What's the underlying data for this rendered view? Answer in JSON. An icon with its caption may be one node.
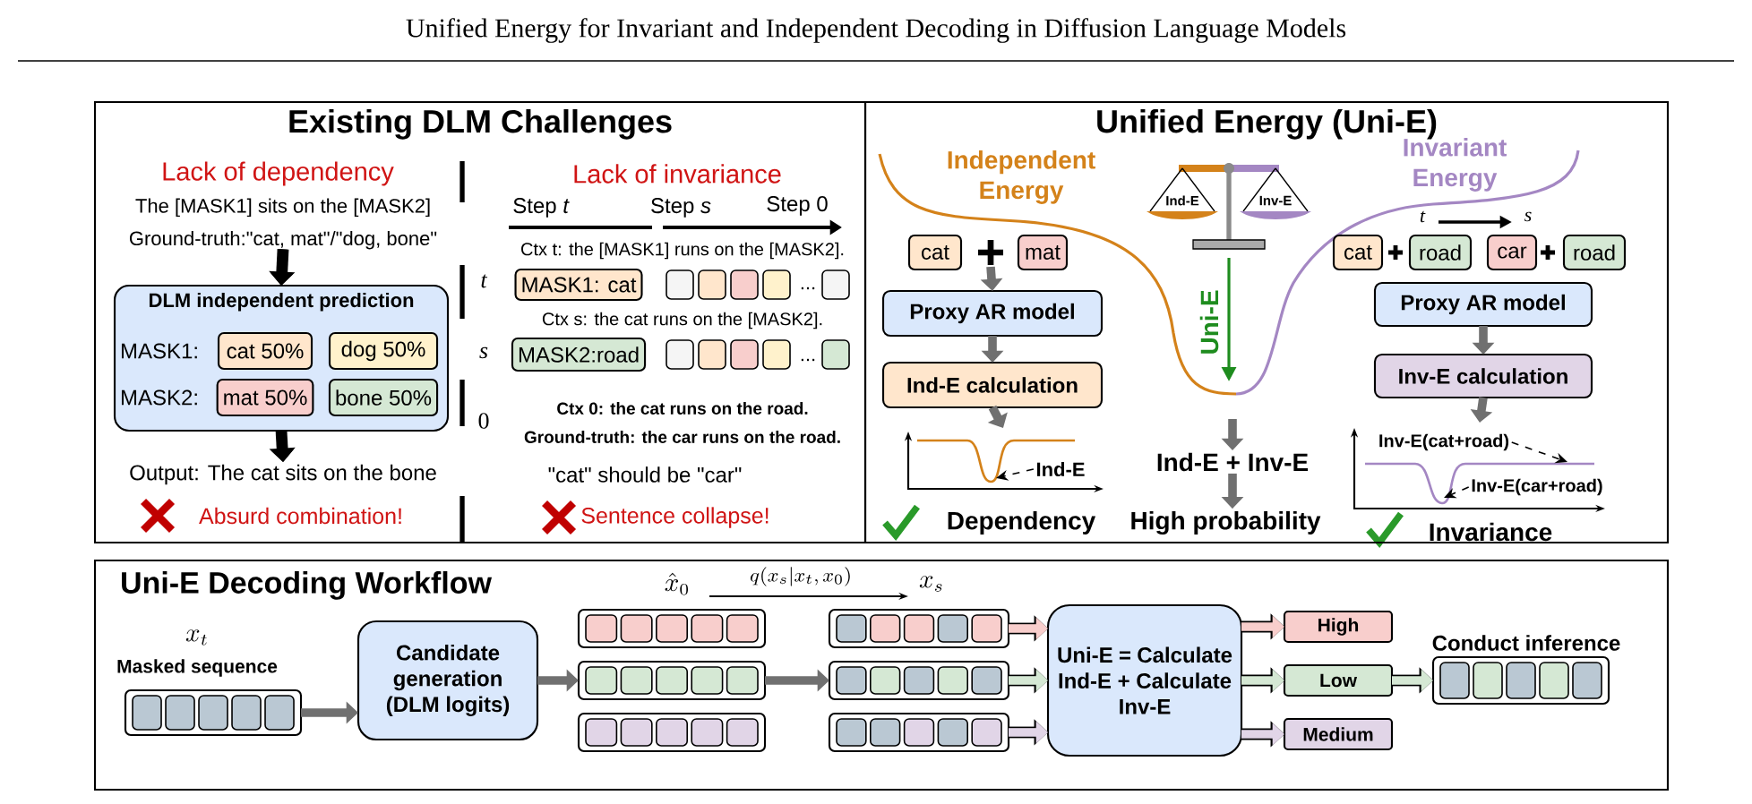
{
  "diagram": {
    "title": "Unified Energy for Invariant and Independent Decoding in Diffusion Language Models",
    "nodes": [
      {
        "text": [
          "Existing DLM Challenges"
        ]
      },
      {
        "text": [
          "Unified Energy (Uni-E)"
        ]
      },
      {
        "text": [
          "Uni-E Decoding Workflow"
        ]
      },
      {
        "text": [
          "The [MASK1] sits on the [MASK2]",
          "Ground-truth:\"cat, mat\"/\"dog, bone\""
        ],
        "in": 0
      },
      {
        "text": [
          "DLM independent prediction"
        ],
        "in": 0
      },
      {
        "text": [
          "cat 50%"
        ],
        "in": 4
      },
      {
        "text": [
          "dog 50%"
        ],
        "in": 4
      },
      {
        "text": [
          "mat 50%"
        ],
        "in": 4
      },
      {
        "text": [
          "bone 50%"
        ],
        "in": 4
      },
      {
        "text": [
          "Output: The cat sits on the bone"
        ],
        "in": 0
      },
      {
        "text": [
          "MASK1: cat"
        ],
        "in": 0
      },
      {
        "text": [
          "MASK2:road"
        ],
        "in": 0
      },
      {
        "text": [
          "cat"
        ],
        "in": 1
      },
      {
        "text": [],
        "shape": "plus",
        "in": 1
      },
      {
        "text": [
          "mat"
        ],
        "in": 1
      },
      {
        "text": [
          "Proxy AR model"
        ],
        "in": 1
      },
      {
        "text": [
          "Ind-E calculation"
        ],
        "in": 1
      },
      {
        "text": [],
        "shape": "chart",
        "in": 1
      },
      {
        "text": [
          "Ind-E"
        ],
        "in": 17
      },
      {
        "text": [
          "Ind-E + Inv-E"
        ],
        "in": 1
      },
      {
        "text": [
          "High probability"
        ],
        "in": 1
      },
      {
        "text": [
          "cat"
        ],
        "in": 1
      },
      {
        "text": [
          "road"
        ],
        "in": 1
      },
      {
        "text": [
          "car"
        ],
        "in": 1
      },
      {
        "text": [
          "road"
        ],
        "in": 1
      },
      {
        "text": [
          "Proxy AR model"
        ],
        "in": 1
      },
      {
        "text": [
          "Inv-E calculation"
        ],
        "in": 1
      },
      {
        "text": [],
        "shape": "chart",
        "in": 1
      },
      {
        "text": [
          "Inv-E(cat+road)"
        ],
        "in": 27
      },
      {
        "text": [
          "Inv-E(car+road)"
        ],
        "in": 27
      },
      {
        "text": [],
        "shape": "box",
        "in": 2,
        "beside": [
          "Masked sequence"
        ]
      },
      {
        "text": [
          "Candidate generation (DLM logits)"
        ],
        "in": 2
      },
      {
        "text": [],
        "shape": "box",
        "in": 2
      },
      {
        "text": [],
        "shape": "box",
        "in": 2
      },
      {
        "text": [],
        "shape": "box",
        "in": 2
      },
      {
        "text": [],
        "shape": "box",
        "in": 2
      },
      {
        "text": [],
        "shape": "box",
        "in": 2
      },
      {
        "text": [],
        "shape": "box",
        "in": 2
      },
      {
        "text": [
          "Uni-E = Calculate Ind-E + Calculate Inv-E"
        ],
        "in": 2
      },
      {
        "text": [
          "High"
        ],
        "in": 2
      },
      {
        "text": [
          "Low"
        ],
        "in": 2
      },
      {
        "text": [
          "Medium"
        ],
        "in": 2
      },
      {
        "text": [],
        "shape": "box",
        "in": 2,
        "beside": [
          "Conduct inference"
        ]
      }
    ],
    "edges": [
      {
        "from": 3,
        "to": 4,
        "arrow": "to",
        "color": "#000000"
      },
      {
        "from": 4,
        "to": 9,
        "arrow": "to",
        "color": "#000000"
      },
      {
        "from": 13,
        "to": 15,
        "arrow": "to"
      },
      {
        "from": 15,
        "to": 16,
        "arrow": "to"
      },
      {
        "from": 16,
        "to": 17,
        "arrow": "to"
      },
      {
        "from": 18,
        "to": 17,
        "arrow": "to",
        "style": "dashed",
        "color": "#000000"
      },
      {
        "from": null,
        "to": 19,
        "arrow": "to"
      },
      {
        "from": 19,
        "to": 20,
        "arrow": "to"
      },
      {
        "from": 25,
        "to": 26,
        "arrow": "to"
      },
      {
        "from": 26,
        "to": 27,
        "arrow": "to"
      },
      {
        "from": 28,
        "to": 27,
        "arrow": "to",
        "style": "dashed",
        "color": "#000000"
      },
      {
        "from": 29,
        "to": 27,
        "arrow": "to",
        "style": "dashed",
        "color": "#000000"
      },
      {
        "from": 30,
        "to": 31,
        "arrow": "to"
      },
      {
        "from": 31,
        "to": 33,
        "arrow": "to"
      },
      {
        "from": 33,
        "to": 36,
        "arrow": "to"
      },
      {
        "from": 35,
        "to": 38,
        "arrow": "to",
        "color": "#f8cecc"
      },
      {
        "from": 36,
        "to": 38,
        "arrow": "to",
        "color": "#d5e8d4"
      },
      {
        "from": 37,
        "to": 38,
        "arrow": "to",
        "color": "#e1d5e7"
      },
      {
        "from": 38,
        "to": 39,
        "arrow": "to",
        "color": "#f8cecc"
      },
      {
        "from": 38,
        "to": 40,
        "arrow": "to",
        "color": "#d5e8d4"
      },
      {
        "from": 38,
        "to": 41,
        "arrow": "to",
        "color": "#e1d5e7"
      },
      {
        "from": 40,
        "to": 42,
        "arrow": "to",
        "color": "#d5e8d4"
      }
    ],
    "labels": [
      "Lack of dependency",
      "Lack of invariance",
      "Step *t*",
      "Step *s*",
      "Step 0",
      "Ctx t: the [MASK1] runs on the [MASK2].",
      "t",
      "...",
      "MASK1:",
      "Ctx s: the cat runs on the [MASK2].",
      "s",
      "...",
      "MASK2:",
      "0",
      "Ctx 0: the cat runs on the road.",
      "Ground-truth: the car runs on the road.",
      "\"cat\" should be \"car\"",
      "Absurd combination!",
      "Sentence collapse!",
      "Independent Energy",
      "Ind-E",
      "Inv-E",
      "Invariant Energy",
      "t",
      "s",
      "Uni-E",
      "Dependency",
      "Invariance",
      "\\hat{x}_0",
      "q(x_s|x_t, x_0)",
      "x_s",
      "x_t"
    ]
  }
}
